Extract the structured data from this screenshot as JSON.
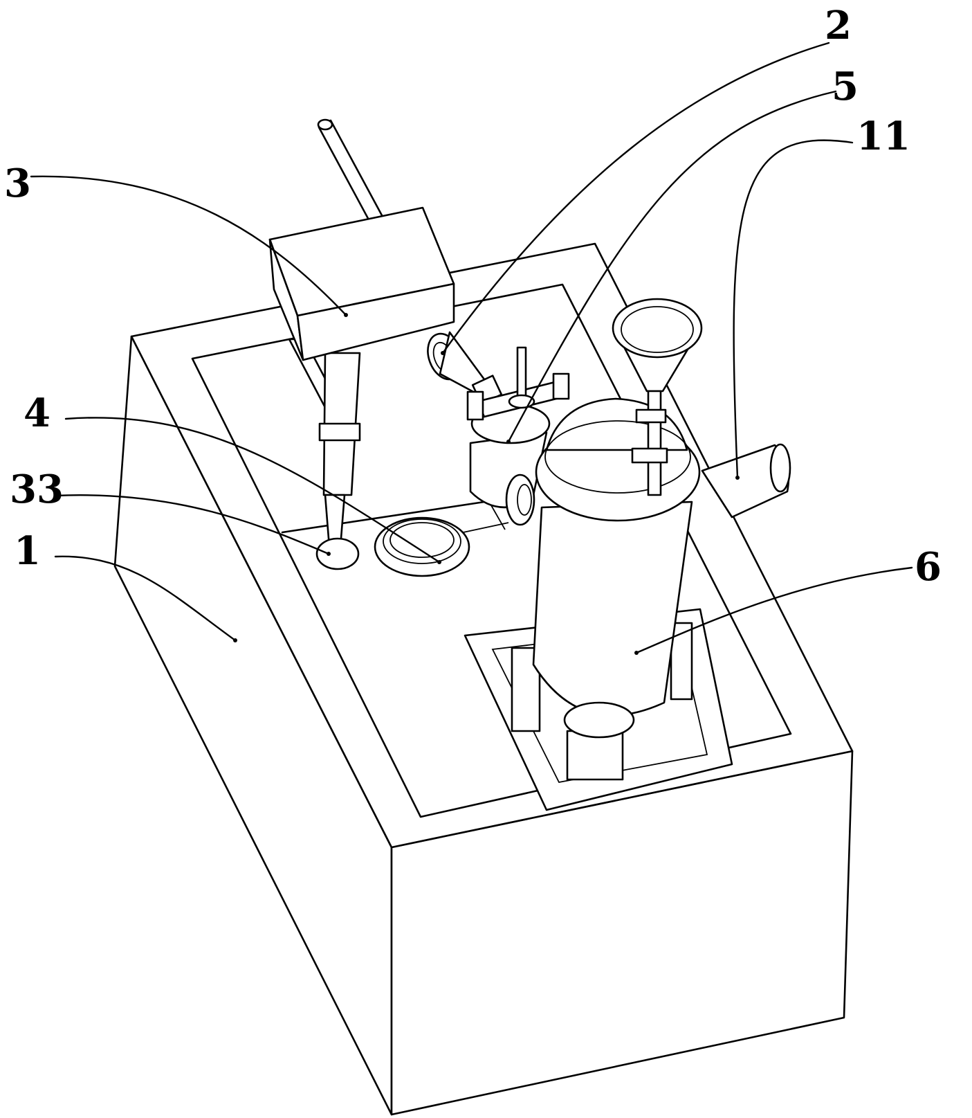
{
  "callouts": [
    {
      "id": "c1",
      "text": "1"
    },
    {
      "id": "c2",
      "text": "2"
    },
    {
      "id": "c3",
      "text": "3"
    },
    {
      "id": "c4",
      "text": "4"
    },
    {
      "id": "c5",
      "text": "5"
    },
    {
      "id": "c6",
      "text": "6"
    },
    {
      "id": "c11",
      "text": "11"
    },
    {
      "id": "c33",
      "text": "33"
    }
  ]
}
